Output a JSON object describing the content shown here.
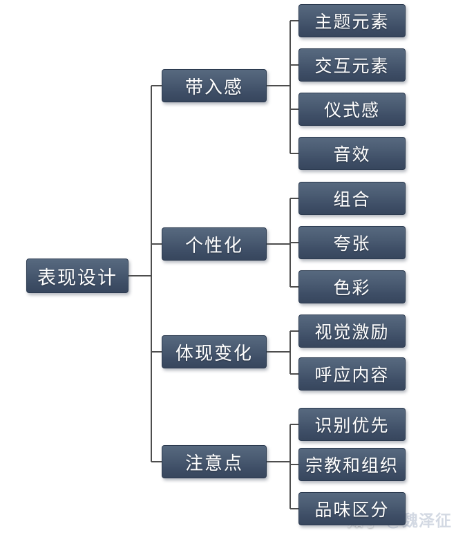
{
  "diagram": {
    "title": "表现设计 mind map",
    "root": {
      "label": "表现设计"
    },
    "branches": [
      {
        "label": "带入感",
        "children": [
          "主题元素",
          "交互元素",
          "仪式感",
          "音效"
        ]
      },
      {
        "label": "个性化",
        "children": [
          "组合",
          "夸张",
          "色彩"
        ]
      },
      {
        "label": "体现变化",
        "children": [
          "视觉激励",
          "呼应内容"
        ]
      },
      {
        "label": "注意点",
        "children": [
          "识别优先",
          "宗教和组织",
          "品味区分"
        ]
      }
    ],
    "colors": {
      "node_fill_top": "#57697f",
      "node_fill_bottom": "#37465d",
      "node_border": "#2b3a4f",
      "node_text": "#ffffff",
      "connector": "#4d4d4d",
      "background": "#ffffff"
    },
    "watermark": {
      "prefix": "知乎 ",
      "handle": "@魏泽征"
    }
  }
}
